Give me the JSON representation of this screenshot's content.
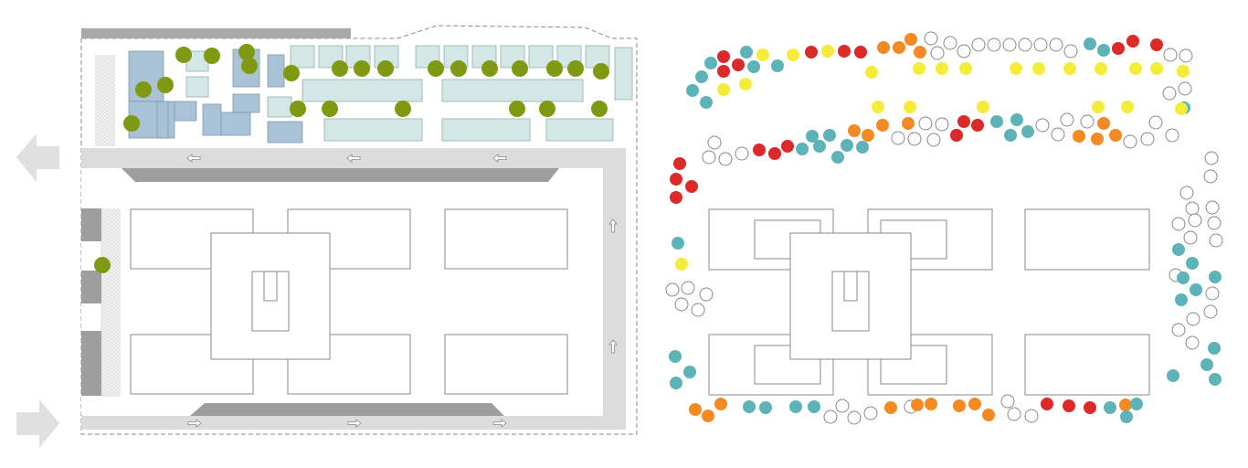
{
  "legend_colors": {
    "tree": "#7f9a12",
    "blue_building": "#a9c2d6",
    "light_building": "#d3e7e7",
    "road": "#dcdcdc",
    "dark_bar": "#9e9e9e",
    "outline": "#888888",
    "red": "#dc2a2a",
    "yellow": "#f4ec3a",
    "orange": "#f58a25",
    "teal": "#5db3b7",
    "empty": "#ffffff"
  },
  "icons": {
    "exit_arrow": "arrow-left-icon",
    "entry_arrow": "arrow-right-icon",
    "flow_left": "small-arrow-left-icon",
    "flow_right": "small-arrow-right-icon",
    "flow_up": "small-arrow-up-icon"
  },
  "right_plan": {
    "dots": [
      [
        "teal",
        758,
        99
      ],
      [
        "teal",
        773,
        112
      ],
      [
        "teal",
        778,
        69
      ],
      [
        "teal",
        768,
        84
      ],
      [
        "red",
        792,
        62
      ],
      [
        "red",
        808,
        71
      ],
      [
        "red",
        792,
        78
      ],
      [
        "teal",
        817,
        57
      ],
      [
        "teal",
        825,
        73
      ],
      [
        "yellow",
        835,
        60
      ],
      [
        "teal",
        851,
        72
      ],
      [
        "yellow",
        868,
        60
      ],
      [
        "red",
        888,
        57
      ],
      [
        "yellow",
        906,
        56
      ],
      [
        "red",
        924,
        56
      ],
      [
        "red",
        942,
        57
      ],
      [
        "yellow",
        954,
        79
      ],
      [
        "orange",
        967,
        52
      ],
      [
        "orange",
        984,
        52
      ],
      [
        "orange",
        997,
        43
      ],
      [
        "orange",
        1007,
        57
      ],
      [
        "empty",
        1019,
        42
      ],
      [
        "empty",
        1026,
        58
      ],
      [
        "empty",
        1040,
        47
      ],
      [
        "empty",
        1055,
        56
      ],
      [
        "empty",
        1071,
        49
      ],
      [
        "empty",
        1088,
        49
      ],
      [
        "empty",
        1105,
        49
      ],
      [
        "empty",
        1122,
        49
      ],
      [
        "empty",
        1139,
        49
      ],
      [
        "empty",
        1156,
        49
      ],
      [
        "empty",
        1172,
        56
      ],
      [
        "teal",
        1193,
        48
      ],
      [
        "teal",
        1208,
        55
      ],
      [
        "red",
        1224,
        53
      ],
      [
        "red",
        1240,
        45
      ],
      [
        "red",
        1266,
        49
      ],
      [
        "empty",
        1281,
        60
      ],
      [
        "empty",
        1298,
        61
      ],
      [
        "empty",
        1280,
        102
      ],
      [
        "empty",
        1297,
        97
      ],
      [
        "yellow",
        1006,
        75
      ],
      [
        "yellow",
        1031,
        75
      ],
      [
        "yellow",
        1057,
        75
      ],
      [
        "yellow",
        1112,
        75
      ],
      [
        "yellow",
        1137,
        75
      ],
      [
        "yellow",
        1171,
        75
      ],
      [
        "yellow",
        1205,
        75
      ],
      [
        "yellow",
        1243,
        75
      ],
      [
        "yellow",
        1266,
        75
      ],
      [
        "yellow",
        1295,
        78
      ],
      [
        "yellow",
        792,
        98
      ],
      [
        "yellow",
        816,
        92
      ],
      [
        "teal",
        1296,
        118
      ],
      [
        "yellow",
        961,
        117
      ],
      [
        "yellow",
        996,
        117
      ],
      [
        "yellow",
        1076,
        117
      ],
      [
        "yellow",
        1202,
        117
      ],
      [
        "yellow",
        1234,
        117
      ],
      [
        "yellow",
        1293,
        119
      ],
      [
        "empty",
        782,
        156
      ],
      [
        "empty",
        776,
        172
      ],
      [
        "empty",
        794,
        174
      ],
      [
        "empty",
        812,
        168
      ],
      [
        "red",
        831,
        164
      ],
      [
        "red",
        848,
        168
      ],
      [
        "red",
        862,
        160
      ],
      [
        "teal",
        878,
        163
      ],
      [
        "teal",
        889,
        149
      ],
      [
        "teal",
        908,
        148
      ],
      [
        "teal",
        897,
        160
      ],
      [
        "teal",
        917,
        172
      ],
      [
        "teal",
        927,
        159
      ],
      [
        "orange",
        935,
        143
      ],
      [
        "teal",
        944,
        161
      ],
      [
        "orange",
        950,
        148
      ],
      [
        "orange",
        966,
        137
      ],
      [
        "orange",
        994,
        135
      ],
      [
        "empty",
        983,
        151
      ],
      [
        "empty",
        1001,
        152
      ],
      [
        "empty",
        1013,
        135
      ],
      [
        "empty",
        1022,
        153
      ],
      [
        "empty",
        1031,
        136
      ],
      [
        "red",
        1047,
        148
      ],
      [
        "red",
        1055,
        133
      ],
      [
        "red",
        1070,
        137
      ],
      [
        "teal",
        1091,
        133
      ],
      [
        "teal",
        1113,
        131
      ],
      [
        "teal",
        1106,
        148
      ],
      [
        "teal",
        1125,
        144
      ],
      [
        "empty",
        1141,
        137
      ],
      [
        "empty",
        1158,
        147
      ],
      [
        "empty",
        1168,
        131
      ],
      [
        "empty",
        1190,
        133
      ],
      [
        "orange",
        1208,
        135
      ],
      [
        "orange",
        1181,
        149
      ],
      [
        "orange",
        1201,
        152
      ],
      [
        "orange",
        1221,
        148
      ],
      [
        "empty",
        1237,
        155
      ],
      [
        "empty",
        1256,
        152
      ],
      [
        "empty",
        1265,
        134
      ],
      [
        "empty",
        1283,
        148
      ],
      [
        "red",
        744,
        179
      ],
      [
        "red",
        740,
        196
      ],
      [
        "red",
        757,
        204
      ],
      [
        "red",
        740,
        216
      ],
      [
        "empty",
        1326,
        173
      ],
      [
        "empty",
        1325,
        193
      ],
      [
        "empty",
        1299,
        211
      ],
      [
        "empty",
        1327,
        227
      ],
      [
        "empty",
        1305,
        228
      ],
      [
        "empty",
        1290,
        245
      ],
      [
        "empty",
        1308,
        241
      ],
      [
        "empty",
        1329,
        244
      ],
      [
        "empty",
        1331,
        263
      ],
      [
        "empty",
        1303,
        260
      ],
      [
        "teal",
        742,
        266
      ],
      [
        "teal",
        1290,
        273
      ],
      [
        "teal",
        1305,
        288
      ],
      [
        "yellow",
        746,
        289
      ],
      [
        "empty",
        1287,
        301
      ],
      [
        "teal",
        1295,
        304
      ],
      [
        "teal",
        1330,
        303
      ],
      [
        "empty",
        736,
        317
      ],
      [
        "empty",
        753,
        315
      ],
      [
        "empty",
        773,
        322
      ],
      [
        "empty",
        746,
        333
      ],
      [
        "empty",
        764,
        339
      ],
      [
        "teal",
        1309,
        317
      ],
      [
        "teal",
        1293,
        328
      ],
      [
        "empty",
        1327,
        321
      ],
      [
        "empty",
        1325,
        341
      ],
      [
        "empty",
        1306,
        349
      ],
      [
        "empty",
        1290,
        361
      ],
      [
        "empty",
        1305,
        375
      ],
      [
        "teal",
        1329,
        381
      ],
      [
        "teal",
        739,
        390
      ],
      [
        "teal",
        755,
        407
      ],
      [
        "teal",
        1321,
        399
      ],
      [
        "teal",
        740,
        419
      ],
      [
        "teal",
        1330,
        415
      ],
      [
        "teal",
        1284,
        411
      ],
      [
        "orange",
        761,
        448
      ],
      [
        "orange",
        775,
        455
      ],
      [
        "orange",
        789,
        442
      ],
      [
        "teal",
        820,
        445
      ],
      [
        "teal",
        838,
        446
      ],
      [
        "teal",
        871,
        445
      ],
      [
        "teal",
        891,
        445
      ],
      [
        "empty",
        909,
        456
      ],
      [
        "empty",
        922,
        444
      ],
      [
        "empty",
        935,
        457
      ],
      [
        "empty",
        953,
        452
      ],
      [
        "orange",
        975,
        446
      ],
      [
        "empty",
        997,
        445
      ],
      [
        "orange",
        1004,
        443
      ],
      [
        "orange",
        1019,
        442
      ],
      [
        "orange",
        1050,
        444
      ],
      [
        "orange",
        1067,
        442
      ],
      [
        "orange",
        1082,
        454
      ],
      [
        "empty",
        1103,
        439
      ],
      [
        "empty",
        1110,
        453
      ],
      [
        "empty",
        1129,
        455
      ],
      [
        "red",
        1146,
        442
      ],
      [
        "red",
        1170,
        444
      ],
      [
        "red",
        1193,
        446
      ],
      [
        "teal",
        1215,
        446
      ],
      [
        "orange",
        1232,
        443
      ],
      [
        "teal",
        1244,
        442
      ],
      [
        "teal",
        1233,
        456
      ]
    ]
  }
}
